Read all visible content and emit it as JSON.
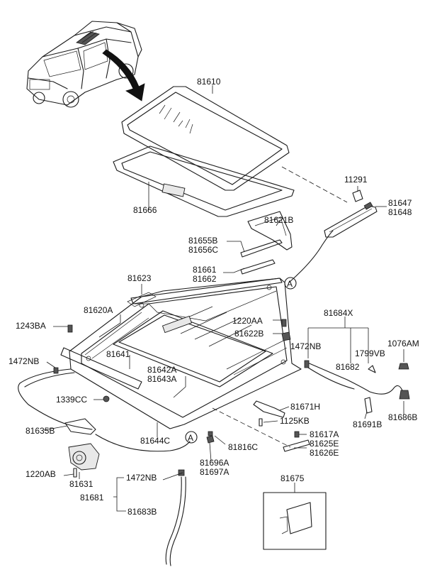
{
  "callout_letter": "A",
  "labels": {
    "p81610": "81610",
    "p81666": "81666",
    "p11291": "11291",
    "p81647": "81647",
    "p81648": "81648",
    "p81621B": "81621B",
    "p81655B": "81655B",
    "p81656C": "81656C",
    "p81661": "81661",
    "p81662": "81662",
    "p81623": "81623",
    "p81620A": "81620A",
    "p1243BA": "1243BA",
    "p1220AA_top": "1220AA",
    "p81622B": "81622B",
    "p81684X": "81684X",
    "p1472NB_right": "1472NB",
    "p1799VB": "1799VB",
    "p1076AM": "1076AM",
    "p81682": "81682",
    "p1472NB_left": "1472NB",
    "p81641": "81641",
    "p81642A": "81642A",
    "p81643A": "81643A",
    "p1339CC": "1339CC",
    "p81671H": "81671H",
    "p1125KB": "1125KB",
    "p81691B": "81691B",
    "p81686B": "81686B",
    "p81635B": "81635B",
    "p81644C": "81644C",
    "p81816C": "81816C",
    "p81617A": "81617A",
    "p81625E": "81625E",
    "p81626E": "81626E",
    "p81696A": "81696A",
    "p81697A": "81697A",
    "p1220AB": "1220AB",
    "p81631": "81631",
    "p1472NB_bottom": "1472NB",
    "p81681": "81681",
    "p81683B": "81683B",
    "p81675": "81675"
  }
}
